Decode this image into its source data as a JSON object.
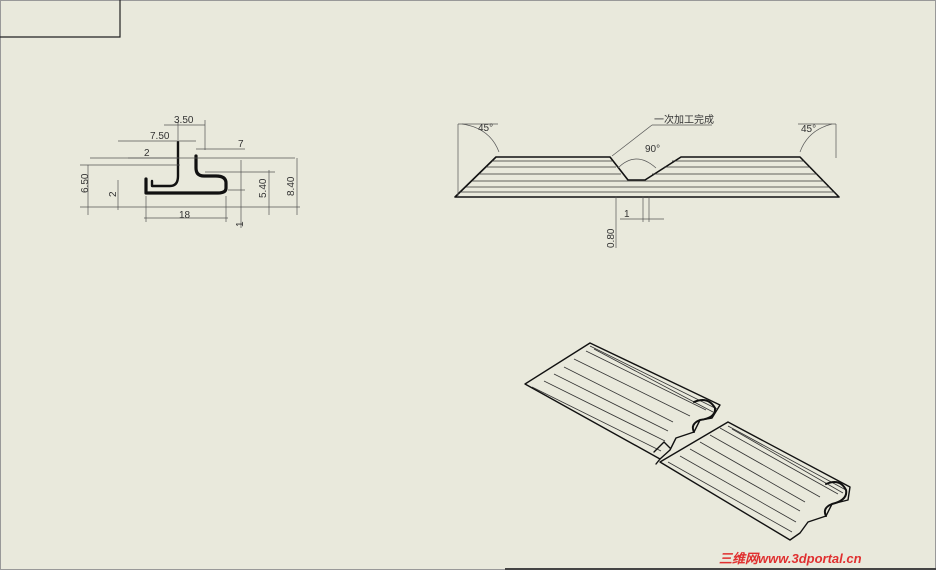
{
  "drawing": {
    "profile_view": {
      "dimensions": [
        "3.50",
        "7.50",
        "2",
        "7",
        "6.50",
        "2",
        "5.40",
        "8.40",
        "18",
        "1"
      ]
    },
    "side_view": {
      "angle_left": "45°",
      "angle_right": "45°",
      "angle_center": "90°",
      "note": "一次加工完成",
      "dim_width": "1",
      "dim_depth": "0.80"
    },
    "watermark": "三维网www.3dportal.cn"
  }
}
